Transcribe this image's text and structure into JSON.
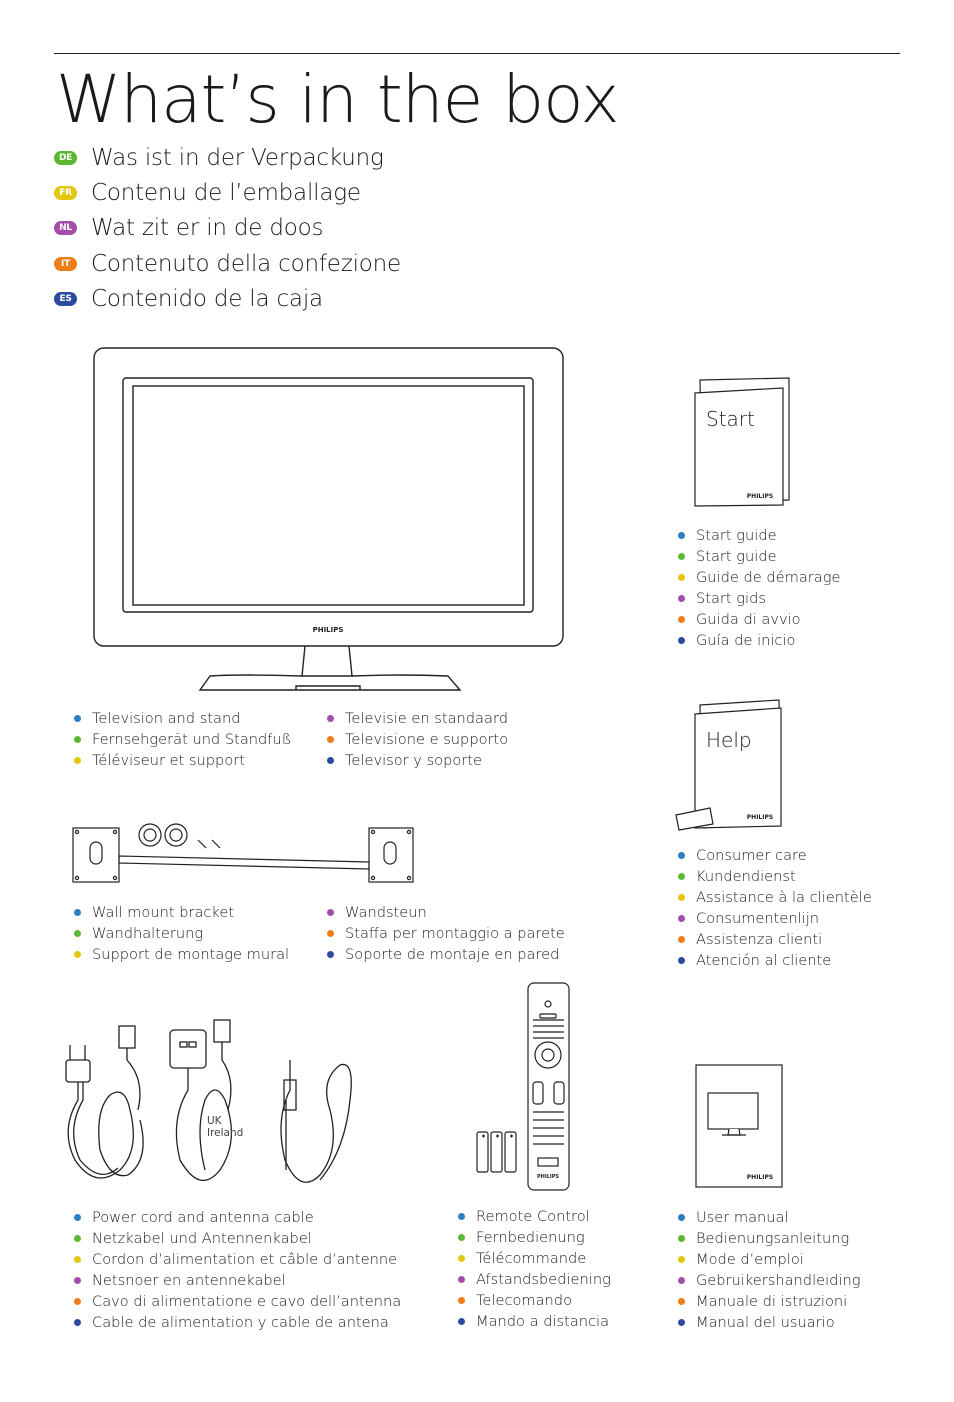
{
  "title": "What’s in the box",
  "colors": {
    "blue": "#2a7fc4",
    "green": "#5cb834",
    "yellow": "#e2c70e",
    "purple": "#a34ea8",
    "orange": "#ef7d1a",
    "navy": "#2a4ba0"
  },
  "languages": [
    {
      "code": "DE",
      "color": "#5cb834",
      "text": "Was ist in der Verpackung"
    },
    {
      "code": "FR",
      "color": "#e2c70e",
      "text": "Contenu de l’emballage"
    },
    {
      "code": "NL",
      "color": "#a34ea8",
      "text": "Wat zit er in de doos"
    },
    {
      "code": "IT",
      "color": "#ef7d1a",
      "text": "Contenuto della confezione"
    },
    {
      "code": "ES",
      "color": "#2a4ba0",
      "text": "Contenido de la caja"
    }
  ],
  "tv": {
    "brand": "PHILIPS",
    "items_left": [
      "Television and stand",
      "Fernsehgerät und Standfuß",
      "Téléviseur et support"
    ],
    "items_right": [
      "Televisie en standaard",
      "Televisione e supporto",
      "Televisor y soporte"
    ]
  },
  "start_guide": {
    "booklet_label": "Start",
    "brand": "PHILIPS",
    "items": [
      "Start guide",
      "Start guide",
      "Guide de démarage",
      "Start gids",
      "Guida di avvio",
      "Guía de inicio"
    ]
  },
  "help": {
    "booklet_label": "Help",
    "brand": "PHILIPS",
    "items": [
      "Consumer care",
      "Kundendienst",
      "Assistance à la clientèle",
      "Consumentenlijn",
      "Assistenza clienti",
      "Atención al cliente"
    ]
  },
  "bracket": {
    "items_left": [
      "Wall mount bracket",
      "Wandhalterung",
      "Support de montage mural"
    ],
    "items_right": [
      "Wandsteun",
      "Staffa per montaggio a parete",
      "Soporte de montaje en pared"
    ]
  },
  "cables": {
    "uk_label": "UK",
    "ireland_label": "Ireland",
    "items": [
      "Power cord and antenna cable",
      "Netzkabel und Antennenkabel",
      "Cordon d’alimentation et câble d’antenne",
      "Netsnoer en antennekabel",
      "Cavo di alimentatione e cavo dell’antenna",
      "Cable de alimentation y cable de antena"
    ]
  },
  "remote": {
    "brand": "PHILIPS",
    "items": [
      "Remote Control",
      "Fernbedienung",
      "Télécommande",
      "Afstandsbediening",
      "Telecomando",
      "Mando a distancia"
    ]
  },
  "manual": {
    "brand": "PHILIPS",
    "items": [
      "User manual",
      "Bedienungsanleitung",
      "Mode d’emploi",
      "Gebruikershandleiding",
      "Manuale di istruzioni",
      "Manual del usuario"
    ]
  }
}
